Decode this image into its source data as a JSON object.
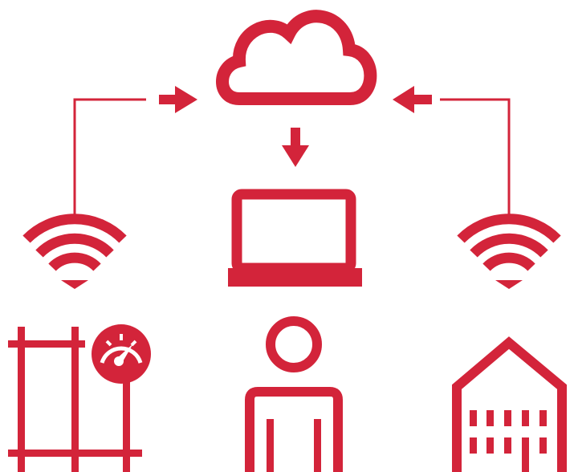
{
  "diagram": {
    "description_colors": {
      "accent": "#d3243a",
      "background": "#ffffff"
    },
    "nodes": [
      {
        "id": "cloud",
        "icon": "cloud-icon"
      },
      {
        "id": "laptop",
        "icon": "laptop-icon"
      },
      {
        "id": "wifi-left",
        "icon": "wifi-icon"
      },
      {
        "id": "wifi-right",
        "icon": "wifi-icon"
      },
      {
        "id": "pipeline-meter",
        "icon": "pipeline-gauge-icon"
      },
      {
        "id": "person",
        "icon": "person-icon"
      },
      {
        "id": "building",
        "icon": "building-icon"
      }
    ],
    "edges": [
      {
        "from": "wifi-left",
        "to": "cloud"
      },
      {
        "from": "wifi-right",
        "to": "cloud"
      },
      {
        "from": "cloud",
        "to": "laptop"
      }
    ]
  }
}
